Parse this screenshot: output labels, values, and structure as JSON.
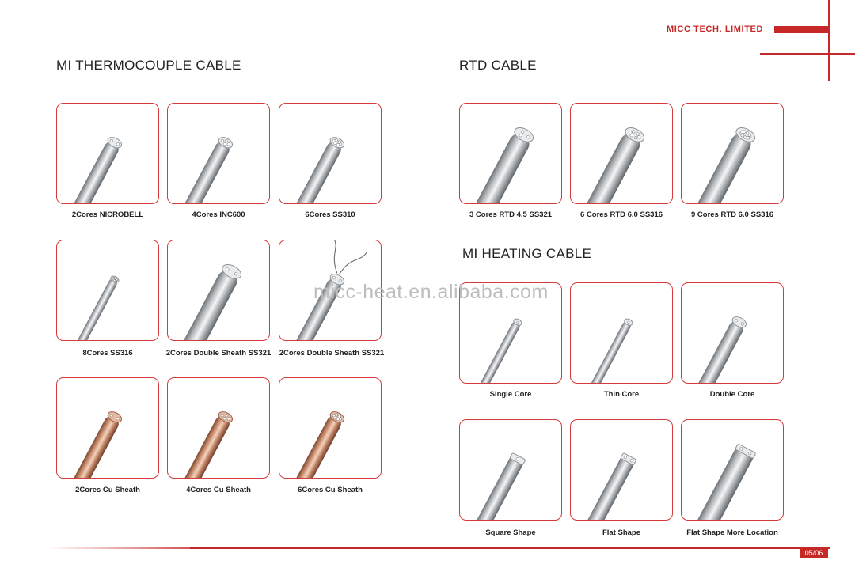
{
  "header": {
    "brand": "MICC TECH.  LIMITED"
  },
  "watermark": "micc-heat.en.alibaba.com",
  "sections": {
    "thermocouple": {
      "title": "MI THERMOCOUPLE CABLE",
      "items": [
        {
          "caption": "2Cores NICROBELL",
          "material": "steel",
          "cores": 2
        },
        {
          "caption": "4Cores INC600",
          "material": "steel",
          "cores": 4
        },
        {
          "caption": "6Cores SS310",
          "material": "steel",
          "cores": 6
        },
        {
          "caption": "8Cores SS316",
          "material": "steel",
          "cores": 8
        },
        {
          "caption": "2Cores Double Sheath SS321",
          "material": "steel",
          "cores": 2
        },
        {
          "caption": "2Cores Double Sheath SS321",
          "material": "steel",
          "cores": 2
        },
        {
          "caption": "2Cores Cu Sheath",
          "material": "copper",
          "cores": 2
        },
        {
          "caption": "4Cores Cu Sheath",
          "material": "copper",
          "cores": 4
        },
        {
          "caption": "6Cores Cu Sheath",
          "material": "copper",
          "cores": 6
        }
      ]
    },
    "rtd": {
      "title": "RTD CABLE",
      "items": [
        {
          "caption": "3 Cores RTD 4.5 SS321",
          "material": "steel",
          "cores": 3
        },
        {
          "caption": "6 Cores RTD 6.0 SS316",
          "material": "steel",
          "cores": 6
        },
        {
          "caption": "9 Cores RTD 6.0 SS316",
          "material": "steel",
          "cores": 9
        }
      ]
    },
    "heating": {
      "title": "MI HEATING CABLE",
      "items": [
        {
          "caption": "Single Core",
          "material": "steel",
          "cores": 1
        },
        {
          "caption": "Thin Core",
          "material": "steel",
          "cores": 1
        },
        {
          "caption": "Double Core",
          "material": "steel",
          "cores": 2
        },
        {
          "caption": "Square Shape",
          "material": "steel",
          "cores": 1
        },
        {
          "caption": "Flat Shape",
          "material": "steel",
          "cores": 2
        },
        {
          "caption": "Flat Shape More Location",
          "material": "steel",
          "cores": 2
        }
      ]
    }
  },
  "footer": {
    "page": "05/06"
  },
  "colors": {
    "accent": "#c62828",
    "steel": "#b8bcc0",
    "copper": "#c98a6a"
  }
}
